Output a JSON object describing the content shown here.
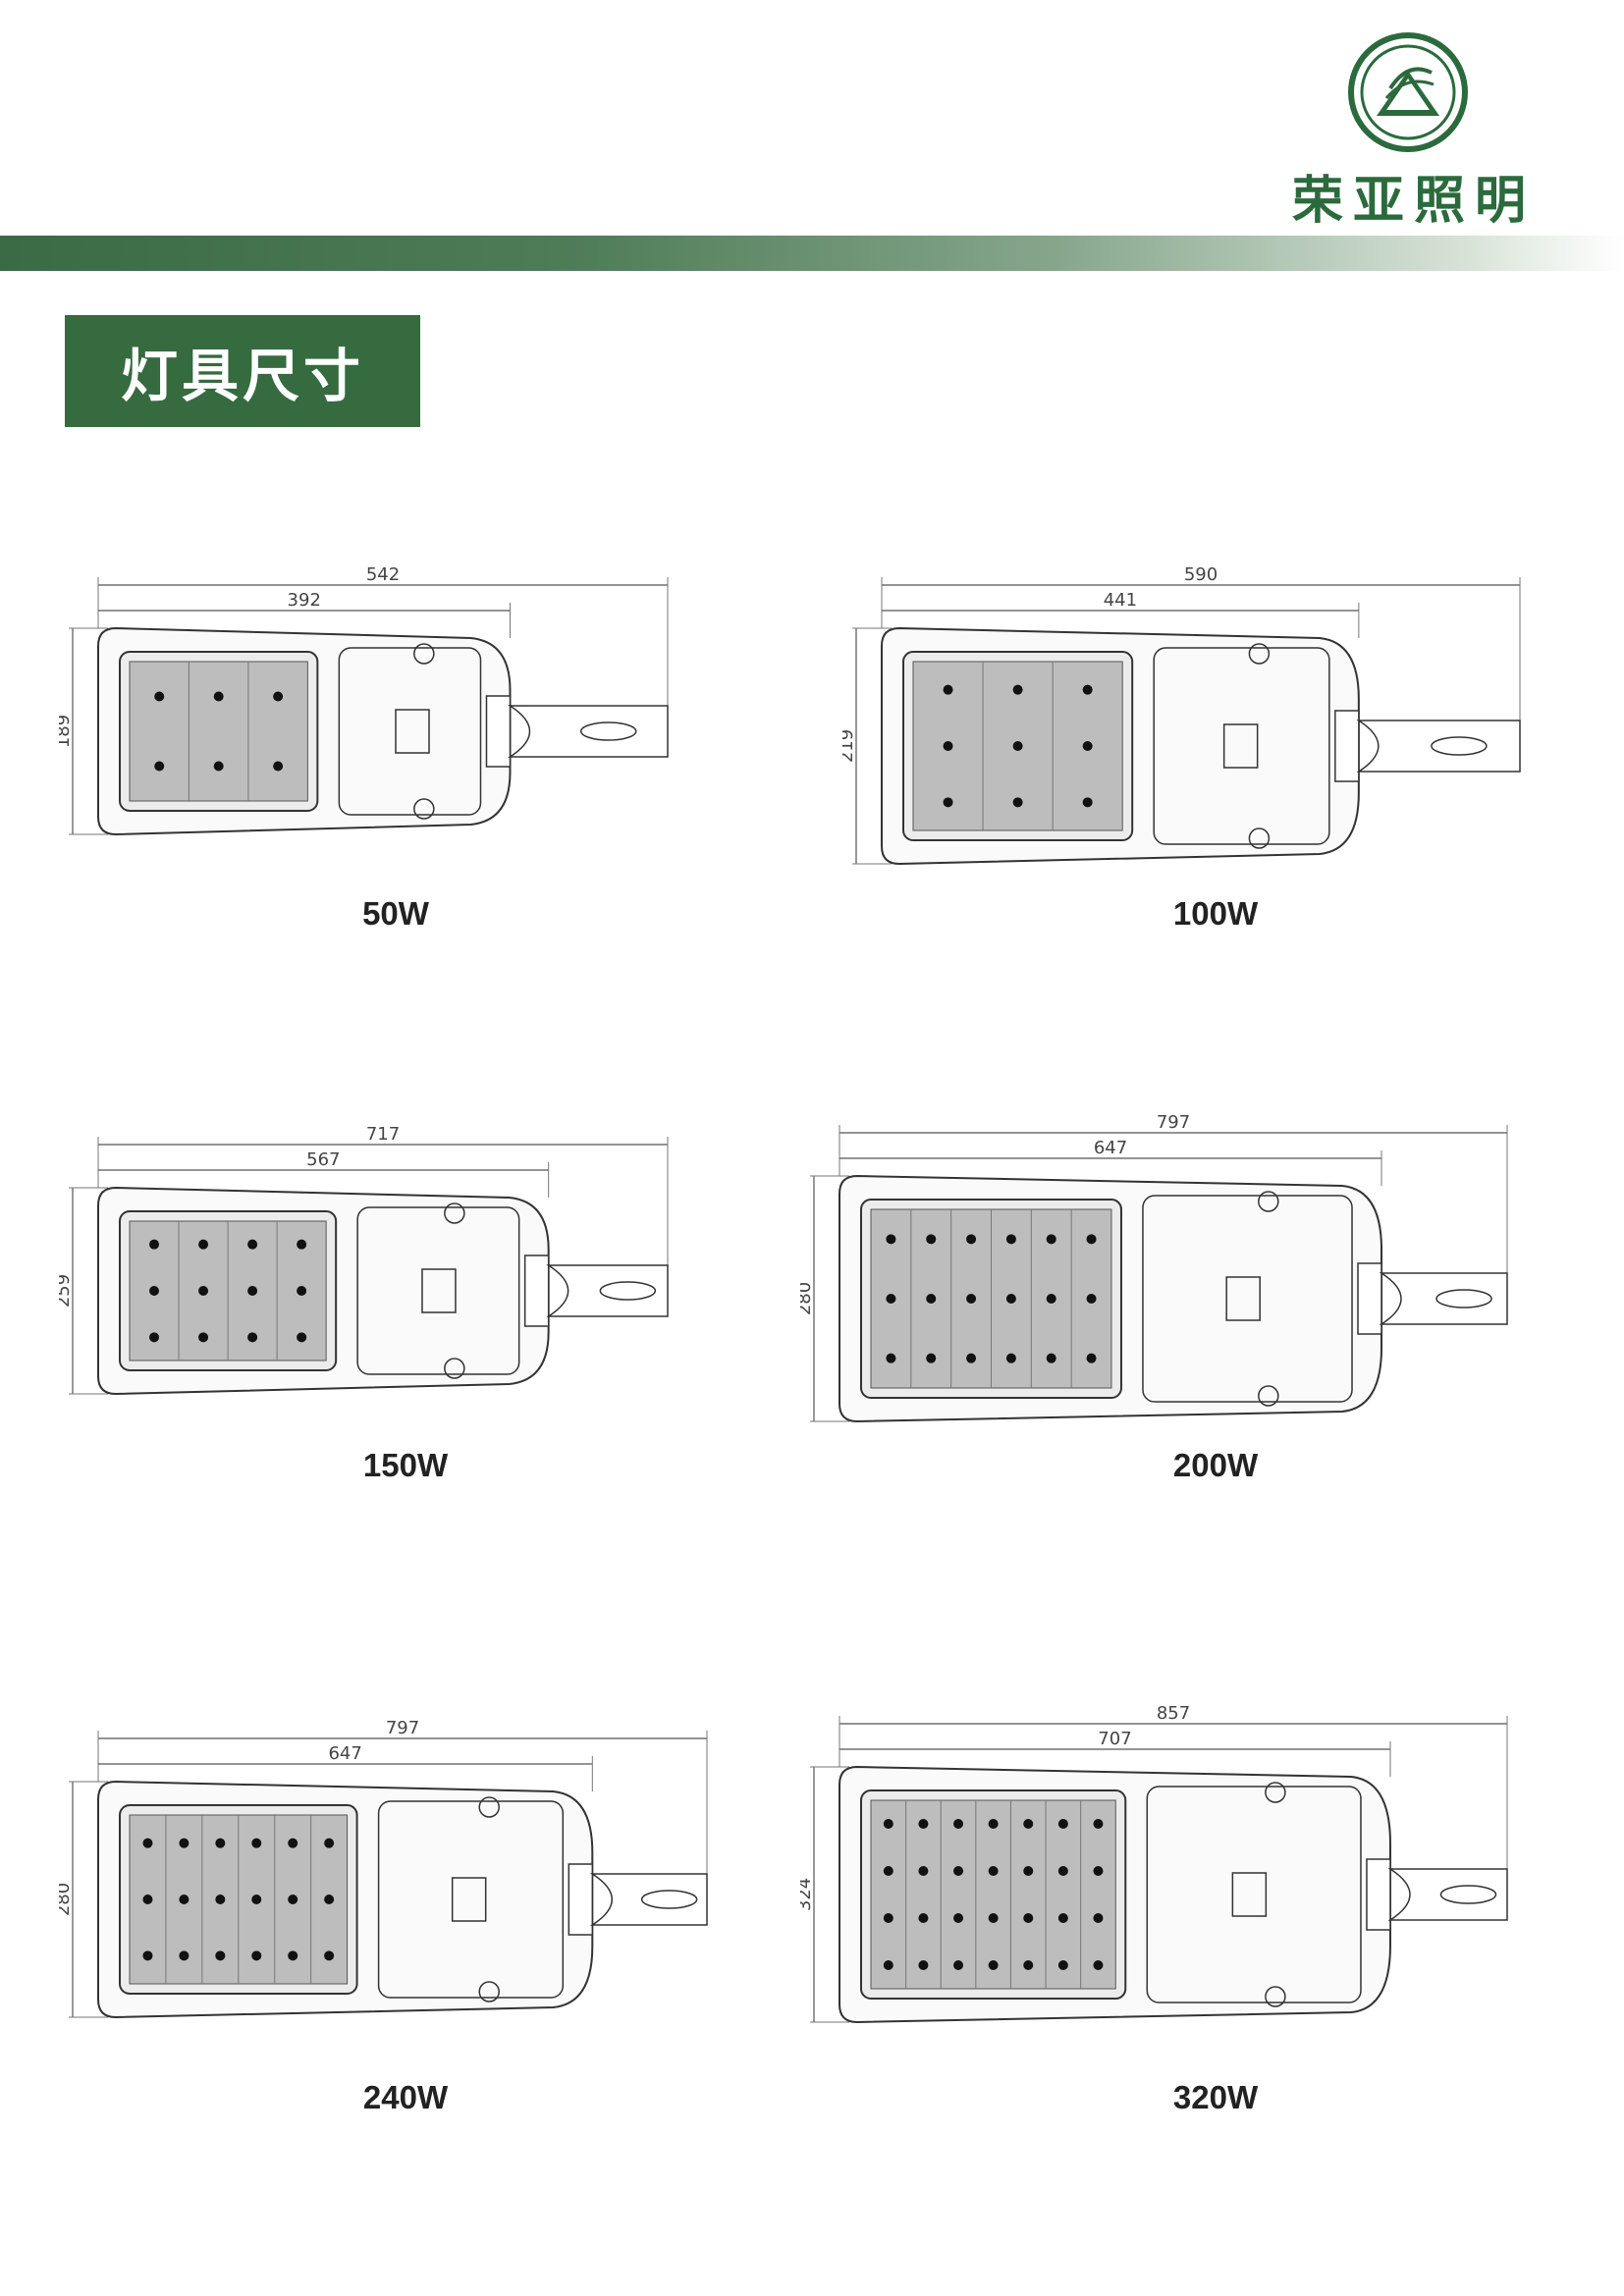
{
  "brand": {
    "name": "荣亚照明"
  },
  "section": {
    "title": "灯具尺寸"
  },
  "colors": {
    "brand_green": "#356b3f",
    "line": "#333333"
  },
  "products": [
    {
      "wattage": "50W",
      "overall": "542",
      "body": "392",
      "height": "189",
      "cols": 3,
      "rows": 2
    },
    {
      "wattage": "100W",
      "overall": "590",
      "body": "441",
      "height": "219",
      "cols": 3,
      "rows": 3
    },
    {
      "wattage": "150W",
      "overall": "717",
      "body": "567",
      "height": "259",
      "cols": 4,
      "rows": 3
    },
    {
      "wattage": "200W",
      "overall": "797",
      "body": "647",
      "height": "280",
      "cols": 6,
      "rows": 3
    },
    {
      "wattage": "240W",
      "overall": "797",
      "body": "647",
      "height": "280",
      "cols": 6,
      "rows": 3
    },
    {
      "wattage": "320W",
      "overall": "857",
      "body": "707",
      "height": "324",
      "cols": 7,
      "rows": 4
    }
  ]
}
